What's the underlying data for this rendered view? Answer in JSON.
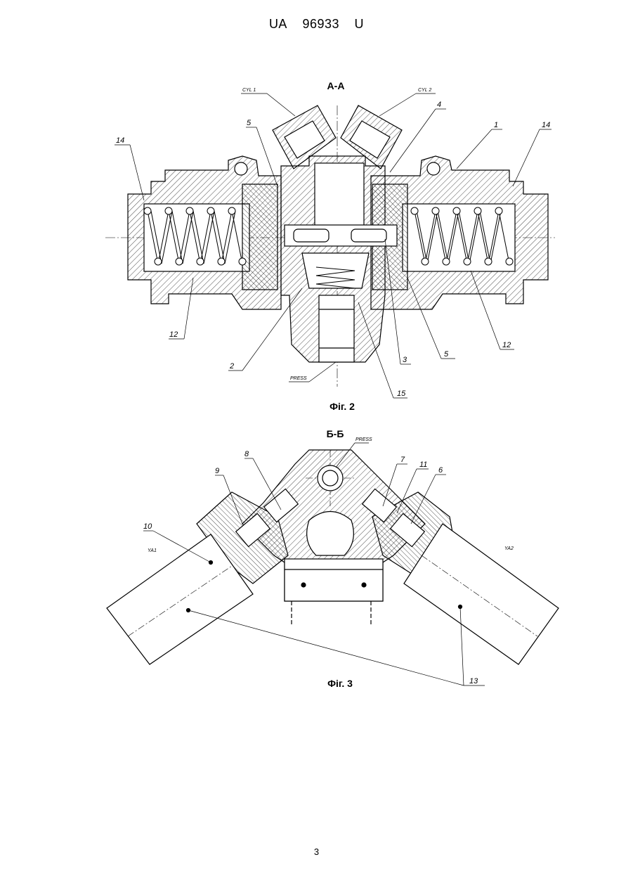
{
  "header": {
    "doc_prefix": "UA",
    "doc_number": "96933",
    "doc_kind": "U"
  },
  "fig2": {
    "section": "А-А",
    "caption": "Фіг. 2",
    "labels": {
      "cyl1": "CYL 1",
      "cyl2": "CYL 2",
      "l14_left": "14",
      "l5_top": "5",
      "l4": "4",
      "l1": "1",
      "l14_right": "14",
      "l12_left": "12",
      "l2": "2",
      "press": "PRESS",
      "l15": "15",
      "l3": "3",
      "l5_bottom": "5",
      "l12_right": "12"
    }
  },
  "fig3": {
    "section": "Б-Б",
    "caption": "Фіг. 3",
    "labels": {
      "press": "PRESS",
      "l8": "8",
      "l9": "9",
      "l7": "7",
      "l11": "11",
      "l6": "6",
      "l10": "10",
      "ya1": "YA1",
      "ya2": "YA2",
      "l13": "13"
    }
  },
  "page_number": "3"
}
